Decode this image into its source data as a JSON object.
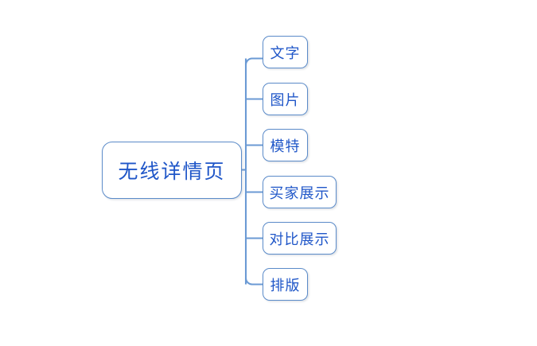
{
  "diagram": {
    "type": "mind-map",
    "title": "无线详情页",
    "orientation": "left-to-right",
    "background_color": "#ffffff",
    "node_border_color": "#5b8bc9",
    "node_text_color": "#1f56c8",
    "connector_color": "#6b9ad4",
    "root": {
      "label": "无线详情页"
    },
    "children": [
      {
        "label": "文字"
      },
      {
        "label": "图片"
      },
      {
        "label": "模特"
      },
      {
        "label": "买家展示"
      },
      {
        "label": "对比展示"
      },
      {
        "label": "排版"
      }
    ]
  }
}
